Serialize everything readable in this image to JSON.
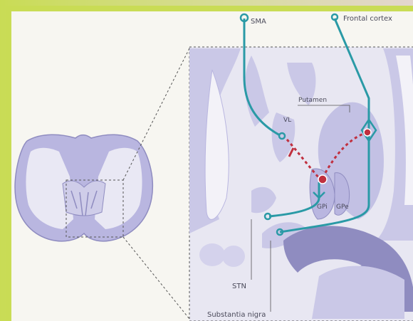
{
  "labels": {
    "sma": "SMA",
    "frontal_cortex": "Frontal cortex",
    "putamen": "Putamen",
    "vl": "VL",
    "gpi": "GPi",
    "gpe": "GPe",
    "stn": "STN",
    "substantia_nigra": "Substantia nigra"
  },
  "colors": {
    "pathway": "#2a9aa6",
    "inhibitory": "#c0303f",
    "tissue": "#c9c8e6",
    "white_matter": "#eeedf5",
    "dark_tissue": "#8f8cc0"
  }
}
